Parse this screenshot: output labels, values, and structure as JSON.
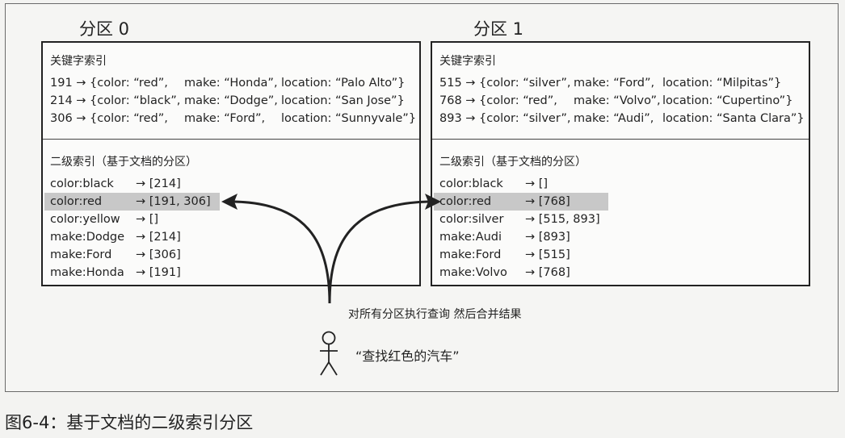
{
  "partitions": [
    {
      "title": "分区 0",
      "primary": {
        "title": "关键字索引",
        "rows": [
          {
            "id": "191 → {color: “red”,",
            "make": "make: “Honda”,",
            "loc": "location: “Palo Alto”}"
          },
          {
            "id": "214 → {color: “black”,",
            "make": "make: “Dodge”,",
            "loc": "location: “San Jose”}"
          },
          {
            "id": "306 → {color: “red”,",
            "make": "make: “Ford”,",
            "loc": "location: “Sunnyvale”}"
          }
        ]
      },
      "secondary": {
        "title": "二级索引（基于文档的分区）",
        "rows": [
          {
            "key": "color:black",
            "val": "→ [214]"
          },
          {
            "key": "color:red",
            "val": "→ [191, 306]"
          },
          {
            "key": "color:yellow",
            "val": "→ []"
          },
          {
            "key": "make:Dodge",
            "val": "→ [214]"
          },
          {
            "key": "make:Ford",
            "val": "→ [306]"
          },
          {
            "key": "make:Honda",
            "val": "→ [191]"
          }
        ]
      }
    },
    {
      "title": "分区 1",
      "primary": {
        "title": "关键字索引",
        "rows": [
          {
            "id": "515 → {color: “silver”,",
            "make": "make: “Ford”,",
            "loc": "location: “Milpitas”}"
          },
          {
            "id": "768 → {color: “red”,",
            "make": "make: “Volvo”,",
            "loc": "location: “Cupertino”}"
          },
          {
            "id": "893 → {color: “silver”,",
            "make": "make: “Audi”,",
            "loc": "location: “Santa Clara”}"
          }
        ]
      },
      "secondary": {
        "title": "二级索引（基于文档的分区）",
        "rows": [
          {
            "key": "color:black",
            "val": "→ []"
          },
          {
            "key": "color:red",
            "val": "→ [768]"
          },
          {
            "key": "color:silver",
            "val": "→ [515, 893]"
          },
          {
            "key": "make:Audi",
            "val": "→ [893]"
          },
          {
            "key": "make:Ford",
            "val": "→ [515]"
          },
          {
            "key": "make:Volvo",
            "val": "→ [768]"
          }
        ]
      }
    }
  ],
  "query_note": "对所有分区执行查询  然后合并结果",
  "query": "“查找红色的汽车”",
  "caption": "图6-4：基于文档的二级索引分区",
  "colors": {
    "highlight": "#c8c8c8",
    "line": "#222222"
  }
}
